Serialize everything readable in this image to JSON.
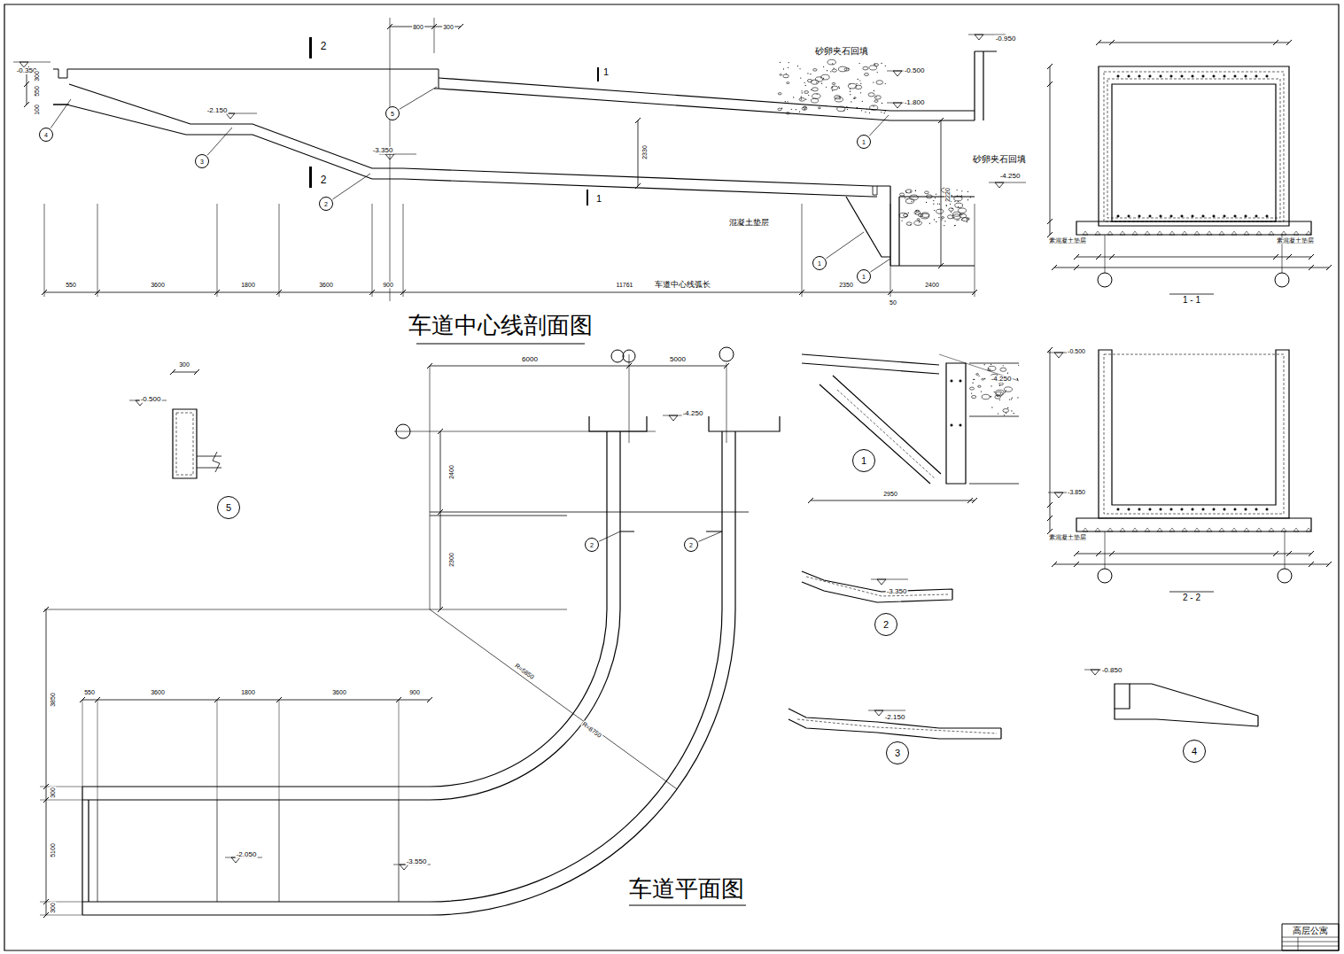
{
  "diagram": {
    "nodes": [
      {
        "text": [
          "4"
        ]
      },
      {
        "text": [
          "3"
        ]
      },
      {
        "text": [
          "5"
        ]
      },
      {
        "text": [
          "2"
        ]
      },
      {
        "text": [
          "1"
        ]
      },
      {
        "text": [
          "1"
        ]
      },
      {
        "text": [
          "1"
        ]
      },
      {
        "text": [
          "5"
        ]
      },
      {
        "text": [
          "1"
        ]
      },
      {
        "text": [
          "2"
        ]
      },
      {
        "text": [
          "2"
        ]
      },
      {
        "text": [
          "2"
        ]
      },
      {
        "text": [
          "4"
        ]
      },
      {
        "text": [
          "3"
        ]
      }
    ],
    "labels": [
      "-0.350",
      "550",
      "300",
      "100",
      "2",
      "800",
      "300",
      "1",
      "砂卵夹石回填",
      "-0.950",
      "-0.500",
      "-1.800",
      "-2.150",
      "-3.350",
      "2330",
      "2220",
      "2",
      "1",
      "砂卵夹石回填",
      "-4.250",
      "混凝土垫层",
      "550",
      "3600",
      "1800",
      "3600",
      "900",
      "11761",
      "车道中心线弧长",
      "2350",
      "2400",
      "50",
      "车道中心线剖面图",
      "1 - 1",
      "2 - 2",
      "6000",
      "5000",
      "-4.250",
      "2400",
      "2300",
      "R=5850",
      "R=8750",
      "3850",
      "550",
      "3600",
      "1800",
      "3600",
      "900",
      "-2.050",
      "-3.550",
      "300",
      "5100",
      "300",
      "车道平面图",
      "-0.500",
      "300",
      "2950",
      "-3.350",
      "-2.150",
      "-0.850",
      "高层公寓",
      "素混凝土垫层",
      "素混凝土垫层",
      "素混凝土垫层",
      "-4.250",
      "-0.500",
      "-3.850"
    ]
  }
}
